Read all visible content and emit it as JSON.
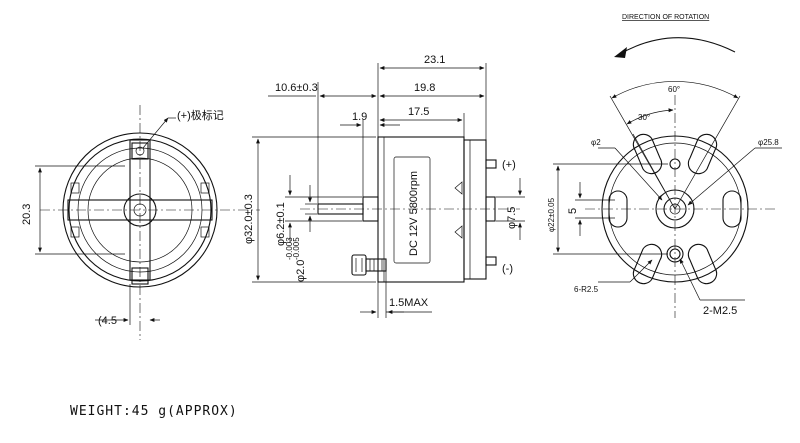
{
  "front_view": {
    "polarity_note": "(+)极标记",
    "height_dim": "20.3",
    "offset_dim": "(4.5"
  },
  "side_view": {
    "overall_length": "23.1",
    "shaft_length": "10.6±0.3",
    "body_length": "19.8",
    "shaft_step": "1.9",
    "can_length": "17.5",
    "body_diameter": "φ32.0±0.3",
    "boss_diameter": "φ6.2±0.1",
    "shaft_diameter": "φ2.0",
    "shaft_tol_upper": "-0.003",
    "shaft_tol_lower": "-0.005",
    "bearing_diameter": "φ7.5",
    "label_text": "DC 12V 5800rpm",
    "terminal_positive": "(+)",
    "terminal_negative": "(-)",
    "screw_protrusion": "1.5MAX"
  },
  "rear_view": {
    "rotation_title": "DIRECTION OF ROTATION",
    "angle_60": "60°",
    "angle_30": "30°",
    "hole_phi2": "φ2",
    "outer_phi": "φ25.8",
    "bolt_circle": "φ22±0.05",
    "slot_width": "5",
    "vent_radius": "6-R2.5",
    "mount_holes": "2-M2.5"
  },
  "weight_note": "WEIGHT:45 g(APPROX)"
}
